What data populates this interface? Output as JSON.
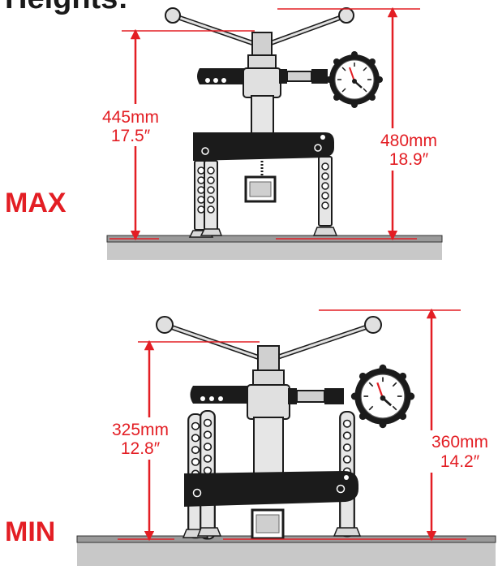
{
  "title": "Heights:",
  "colors": {
    "accent": "#e31e24",
    "frame": "#1b1b1b",
    "steel": "#d9d9d9",
    "floor": "#c8c8c8"
  },
  "max": {
    "label": "MAX",
    "left_dim": {
      "mm": "445mm",
      "inch": "17.5″"
    },
    "right_dim": {
      "mm": "480mm",
      "inch": "18.9″"
    }
  },
  "min": {
    "label": "MIN",
    "left_dim": {
      "mm": "325mm",
      "inch": "12.8″"
    },
    "right_dim": {
      "mm": "360mm",
      "inch": "14.2″"
    }
  }
}
